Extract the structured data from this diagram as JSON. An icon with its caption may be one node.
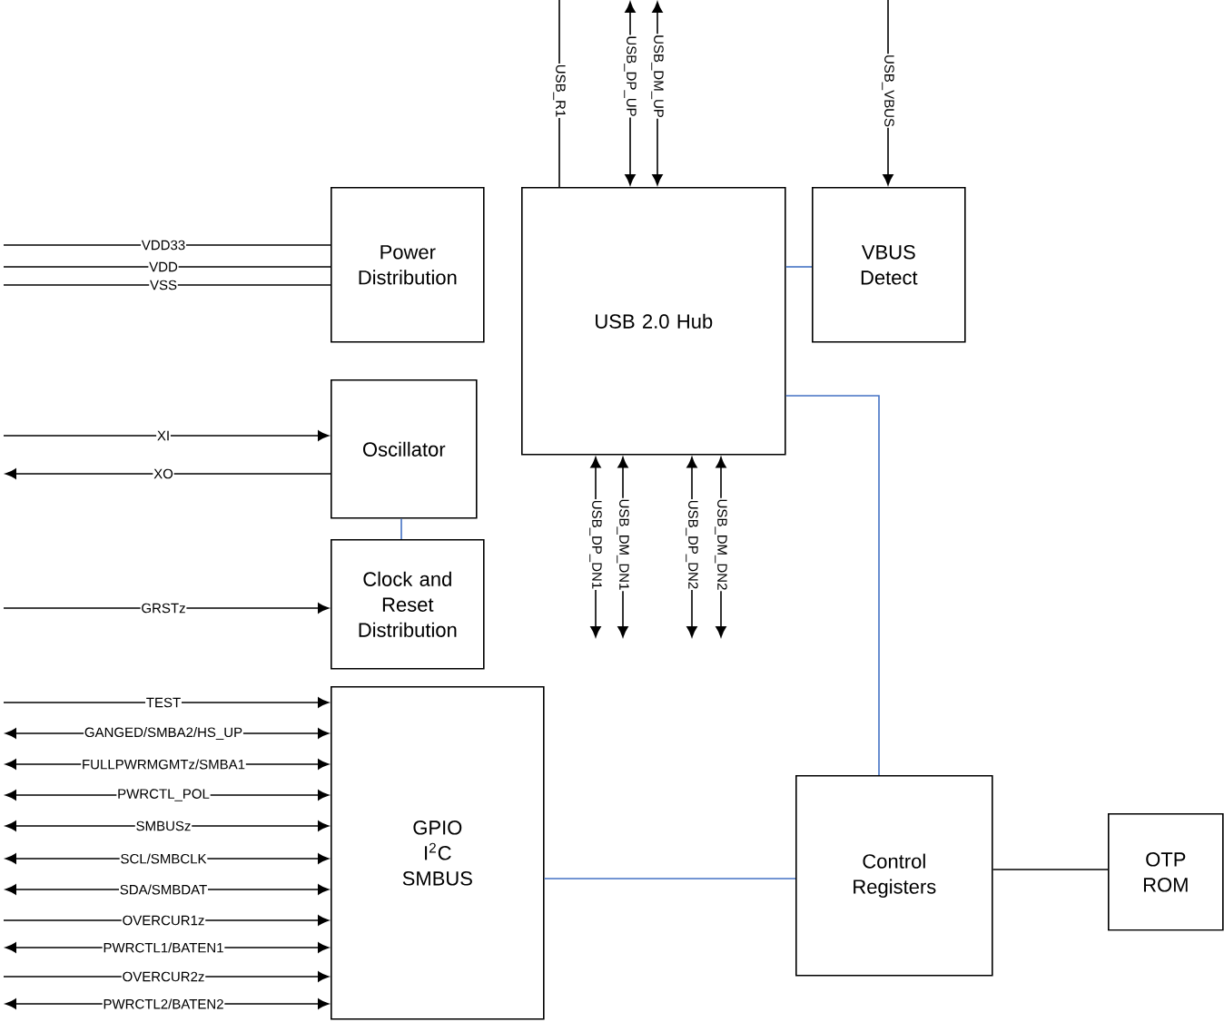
{
  "diagram": {
    "nodes": [
      {
        "text": [
          "Power Distribution"
        ]
      },
      {
        "text": [
          "USB 2.0 Hub"
        ]
      },
      {
        "text": [
          "VBUS Detect"
        ]
      },
      {
        "text": [
          "Oscillator"
        ]
      },
      {
        "text": [
          "Clock and Reset Distribution"
        ]
      },
      {
        "text": [
          "GPIO I$^{2}$C SMBUS"
        ]
      },
      {
        "text": [
          "Control Registers"
        ]
      },
      {
        "text": [
          "OTP ROM"
        ]
      }
    ],
    "edges": [
      {
        "from": null,
        "to": 0,
        "arrow": "none",
        "label": "VDD33"
      },
      {
        "from": null,
        "to": 0,
        "arrow": "none",
        "label": "VDD"
      },
      {
        "from": null,
        "to": 0,
        "arrow": "none",
        "label": "VSS"
      },
      {
        "from": null,
        "to": 3,
        "arrow": "to",
        "label": "XI"
      },
      {
        "from": 3,
        "to": null,
        "arrow": "to",
        "label": "XO"
      },
      {
        "from": null,
        "to": 4,
        "arrow": "to",
        "label": "GRSTz"
      },
      {
        "from": null,
        "to": 5,
        "arrow": "to",
        "label": "TEST"
      },
      {
        "from": null,
        "to": 5,
        "arrow": "both",
        "label": "GANGED/SMBA2/HS_UP"
      },
      {
        "from": null,
        "to": 5,
        "arrow": "both",
        "label": "FULLPWRMGMTz/SMBA1"
      },
      {
        "from": null,
        "to": 5,
        "arrow": "both",
        "label": "PWRCTL_POL"
      },
      {
        "from": null,
        "to": 5,
        "arrow": "both",
        "label": "SMBUSz"
      },
      {
        "from": null,
        "to": 5,
        "arrow": "both",
        "label": "SCL/SMBCLK"
      },
      {
        "from": null,
        "to": 5,
        "arrow": "both",
        "label": "SDA/SMBDAT"
      },
      {
        "from": null,
        "to": 5,
        "arrow": "to",
        "label": "OVERCUR1z"
      },
      {
        "from": null,
        "to": 5,
        "arrow": "both",
        "label": "PWRCTL1/BATEN1"
      },
      {
        "from": null,
        "to": 5,
        "arrow": "to",
        "label": "OVERCUR2z"
      },
      {
        "from": null,
        "to": 5,
        "arrow": "both",
        "label": "PWRCTL2/BATEN2"
      },
      {
        "from": null,
        "to": 1,
        "arrow": "none",
        "label": "USB_R1"
      },
      {
        "from": null,
        "to": 1,
        "arrow": "both",
        "label": "USB_DP_UP"
      },
      {
        "from": null,
        "to": 1,
        "arrow": "both",
        "label": "USB_DM_UP"
      },
      {
        "from": null,
        "to": 2,
        "arrow": "to",
        "label": "USB_VBUS"
      },
      {
        "from": 1,
        "to": null,
        "arrow": "both",
        "label": "USB_DP_DN1"
      },
      {
        "from": 1,
        "to": null,
        "arrow": "both",
        "label": "USB_DM_DN1"
      },
      {
        "from": 1,
        "to": null,
        "arrow": "both",
        "label": "USB_DP_DN2"
      },
      {
        "from": 1,
        "to": null,
        "arrow": "both",
        "label": "USB_DM_DN2"
      },
      {
        "from": 1,
        "to": 2,
        "arrow": "none",
        "color": "#4472c4"
      },
      {
        "from": 1,
        "to": 6,
        "arrow": "none",
        "color": "#4472c4"
      },
      {
        "from": 3,
        "to": 4,
        "arrow": "none",
        "color": "#4472c4"
      },
      {
        "from": 5,
        "to": 6,
        "arrow": "none",
        "color": "#4472c4"
      },
      {
        "from": 6,
        "to": 7,
        "arrow": "none"
      }
    ]
  }
}
